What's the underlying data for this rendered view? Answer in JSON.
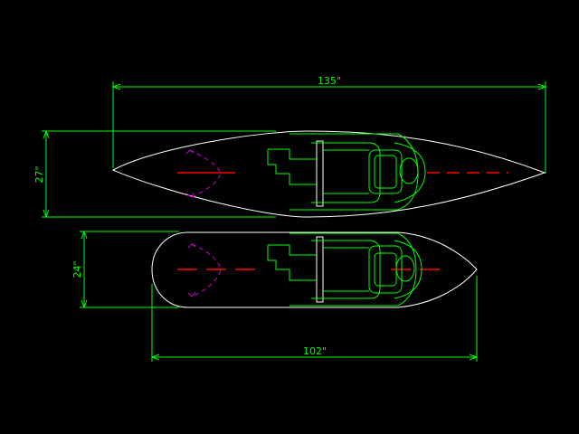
{
  "colors": {
    "background": "#000000",
    "dimension": "#00ff00",
    "hull": "#ffffff",
    "seat": "#00ff00",
    "centerline": "#ff0000",
    "sweep": "#cc00cc",
    "bulkhead": "#ffffff"
  },
  "kayak_long": {
    "length_label": "135\"",
    "beam_label": "27\""
  },
  "kayak_short": {
    "length_label": "102\"",
    "beam_label": "24\""
  }
}
